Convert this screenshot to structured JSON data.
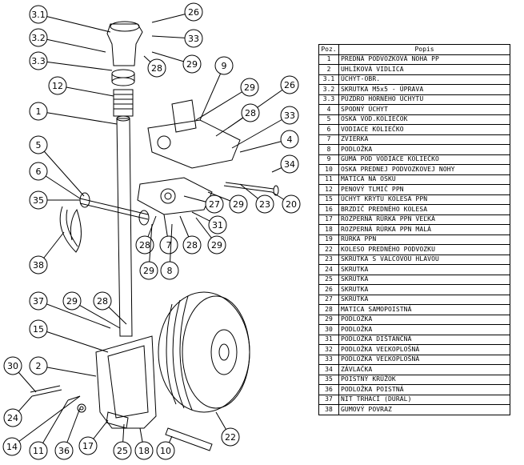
{
  "table": {
    "header_poz": "Poz.",
    "header_popis": "Popis",
    "rows": [
      {
        "poz": "1",
        "popis": "PREDNÁ PODVOZKOVÁ NOHA PP"
      },
      {
        "poz": "2",
        "popis": "UHLÍKOVÁ VIDLICA"
      },
      {
        "poz": "3.1",
        "popis": "ÚCHYT-OBR."
      },
      {
        "poz": "3.2",
        "popis": "SKRUTKA M5x5 - ÚPRAVA"
      },
      {
        "poz": "3.3",
        "popis": "PÚZDRO HORNÉHO ÚCHYTU"
      },
      {
        "poz": "4",
        "popis": "SPODNÝ ÚCHYT"
      },
      {
        "poz": "5",
        "popis": "OSKA VOD.KOLIEČOK"
      },
      {
        "poz": "6",
        "popis": "VODIACE KOLIEČKO"
      },
      {
        "poz": "7",
        "popis": "ZVIERKA"
      },
      {
        "poz": "8",
        "popis": "PODLOŽKA"
      },
      {
        "poz": "9",
        "popis": "GUMA POD VODIACE KOLIEČKO"
      },
      {
        "poz": "10",
        "popis": "OSKA PREDNEJ PODVOZKOVEJ NOHY"
      },
      {
        "poz": "11",
        "popis": "MATICA NA OSKU"
      },
      {
        "poz": "12",
        "popis": "PENOVÝ TLMIČ PPN"
      },
      {
        "poz": "15",
        "popis": "ÚCHYT KRYTU KOLESA PPN"
      },
      {
        "poz": "16",
        "popis": "BRZDIČ PREDNÉHO KOLESA"
      },
      {
        "poz": "17",
        "popis": "ROZPERNÁ RÚRKA PPN VEĽKÁ"
      },
      {
        "poz": "18",
        "popis": "ROZPERNÁ RÚRKA PPN MALÁ"
      },
      {
        "poz": "19",
        "popis": "RÚRKA PPN"
      },
      {
        "poz": "22",
        "popis": "KOLESO PREDNÉHO PODVOZKU"
      },
      {
        "poz": "23",
        "popis": "SKRUTKA S VALCOVOU HLAVOU"
      },
      {
        "poz": "24",
        "popis": "SKRUTKA"
      },
      {
        "poz": "25",
        "popis": "SKRUTKA"
      },
      {
        "poz": "26",
        "popis": "SKRUTKA"
      },
      {
        "poz": "27",
        "popis": "SKRUTKA"
      },
      {
        "poz": "28",
        "popis": "MATICA SAMOPOISTNÁ"
      },
      {
        "poz": "29",
        "popis": "PODLOŽKA"
      },
      {
        "poz": "30",
        "popis": "PODLOŽKA"
      },
      {
        "poz": "31",
        "popis": "PODLOŽKA DIŠTANČNÁ"
      },
      {
        "poz": "32",
        "popis": "PODLOŽKA VEĽKOPLOŠNÁ"
      },
      {
        "poz": "33",
        "popis": "PODLOŽKA VEĽKOPLOŠNÁ"
      },
      {
        "poz": "34",
        "popis": "ZÁVLAČKA"
      },
      {
        "poz": "35",
        "popis": "POISTNÝ KRÚŽOK"
      },
      {
        "poz": "36",
        "popis": "PODLOŽKA POISTNÁ"
      },
      {
        "poz": "37",
        "popis": "NIT TRHACÍ (DURAL)"
      },
      {
        "poz": "38",
        "popis": "GUMOVÝ POVRAZ"
      }
    ]
  },
  "callouts": [
    "3.1",
    "26",
    "3.2",
    "33",
    "3.3",
    "28",
    "29",
    "12",
    "9",
    "29",
    "26",
    "1",
    "28",
    "33",
    "4",
    "5",
    "34",
    "6",
    "35",
    "27",
    "29",
    "23",
    "20",
    "31",
    "38",
    "28",
    "7",
    "28",
    "29",
    "29",
    "8",
    "37",
    "29",
    "28",
    "15",
    "30",
    "2",
    "24",
    "11",
    "36",
    "14",
    "17",
    "25",
    "18",
    "10",
    "22"
  ]
}
